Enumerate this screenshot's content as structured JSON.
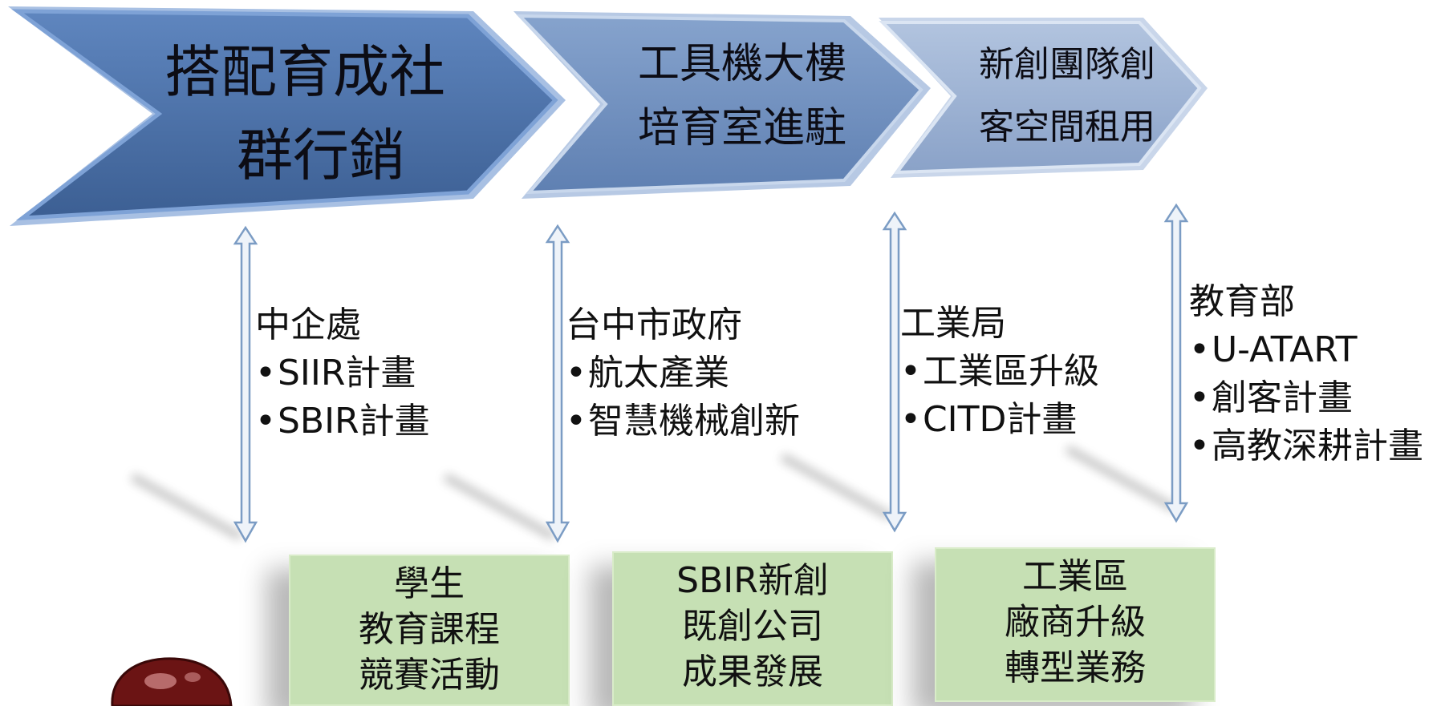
{
  "chevrons": [
    {
      "lines": [
        "搭配育成社",
        "群行銷"
      ]
    },
    {
      "lines": [
        "工具機大樓",
        "培育室進駐"
      ]
    },
    {
      "lines": [
        "新創團隊創",
        "客空間租用"
      ]
    }
  ],
  "agencies": [
    {
      "title": "中企處",
      "items": [
        "SIIR計畫",
        "SBIR計畫"
      ]
    },
    {
      "title": "台中市政府",
      "items": [
        "航太產業",
        "智慧機械創新"
      ]
    },
    {
      "title": "工業局",
      "items": [
        "工業區升級",
        "CITD計畫"
      ]
    },
    {
      "title": "教育部",
      "items": [
        "U-ATART",
        "創客計畫",
        "高教深耕計畫"
      ]
    }
  ],
  "boxes": [
    {
      "lines": [
        "學生",
        "教育課程",
        "競賽活動"
      ]
    },
    {
      "lines": [
        "SBIR新創",
        "既創公司",
        "成果發展"
      ]
    },
    {
      "lines": [
        "工業區",
        "廠商升級",
        "轉型業務"
      ]
    }
  ],
  "bullet": "•",
  "colors": {
    "chevron1": "#4a6fa5",
    "chevron2": "#6f8fbe",
    "chevron3": "#9db2d2",
    "arrow_stroke": "#6f93bf",
    "box_fill": "#c6e0b4"
  }
}
